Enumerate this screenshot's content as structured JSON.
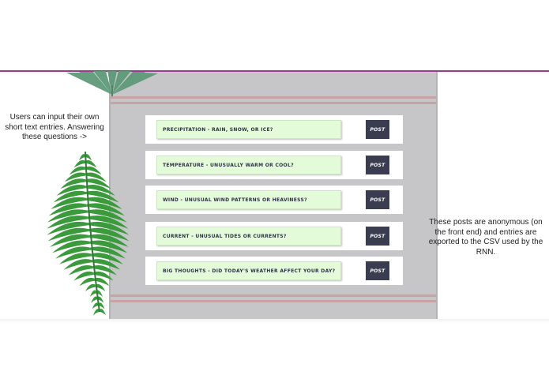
{
  "notes": {
    "left": "Users can input their own short text entries. Answering these questions ->",
    "right": "These posts are anonymous (on the front end) and entries are exported to the CSV used by the RNN."
  },
  "form": {
    "rows": [
      {
        "question": "Precipitation - rain, snow, or ice?",
        "button": "Post"
      },
      {
        "question": "Temperature - unusually warm or cool?",
        "button": "Post"
      },
      {
        "question": "Wind - unusual wind patterns or heaviness?",
        "button": "Post"
      },
      {
        "question": "Current - unusual tides or currents?",
        "button": "Post"
      },
      {
        "question": "Big Thoughts - did today's weather affect your day?",
        "button": "Post"
      }
    ]
  },
  "colors": {
    "accent_rule": "#9a3a8e",
    "panel": "#c6c6c8",
    "entry_fill": "#e3fbd9",
    "button": "#3a3c4f",
    "fern": "#3a9a3c"
  },
  "decorations": [
    "palm-leaf-illustration",
    "fern-illustration"
  ]
}
